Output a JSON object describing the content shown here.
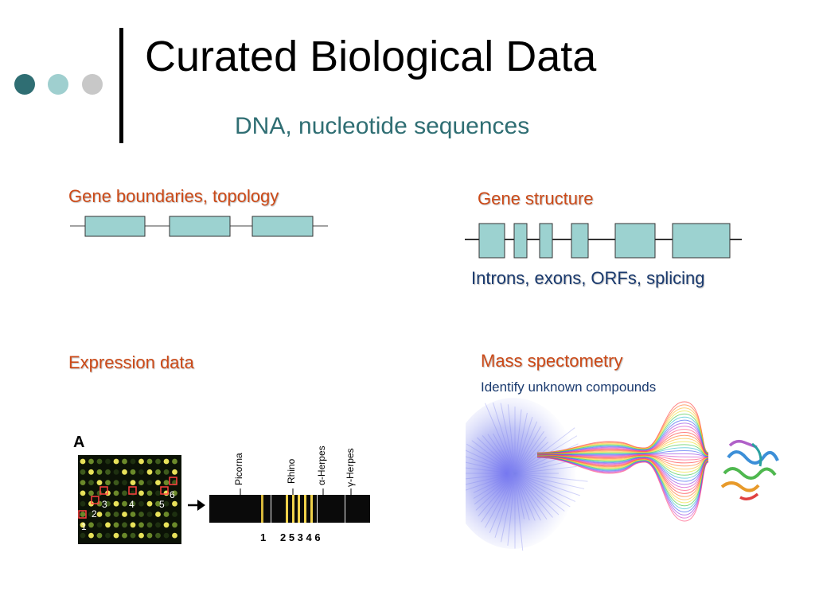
{
  "slide": {
    "title": "Curated Biological Data",
    "subtitle": "DNA, nucleotide sequences"
  },
  "colors": {
    "dot_dark": "#2f6e73",
    "dot_mid": "#9fcfcf",
    "dot_light": "#c8c8c8",
    "subtitle": "#2f6e73",
    "section_label": "#cc4a18",
    "gene_box_fill": "#9cd2d0",
    "dark_text": "#1a3a6e"
  },
  "sections": {
    "gene_boundaries": {
      "label": "Gene boundaries, topology"
    },
    "gene_structure": {
      "label": "Gene structure",
      "caption": "Introns, exons, ORFs, splicing"
    },
    "expression": {
      "label": "Expression data",
      "panel_letter": "A",
      "spot_numbers": [
        "1",
        "2",
        "3",
        "4",
        "5",
        "6"
      ],
      "lane_labels": [
        "Picorna",
        "Rhino",
        "α-Herpes",
        "γ-Herpes"
      ],
      "band_numbers": [
        "1",
        "2 5 3 4 6"
      ]
    },
    "mass_spec": {
      "label": "Mass spectometry",
      "note": "Identify unknown compounds"
    }
  }
}
